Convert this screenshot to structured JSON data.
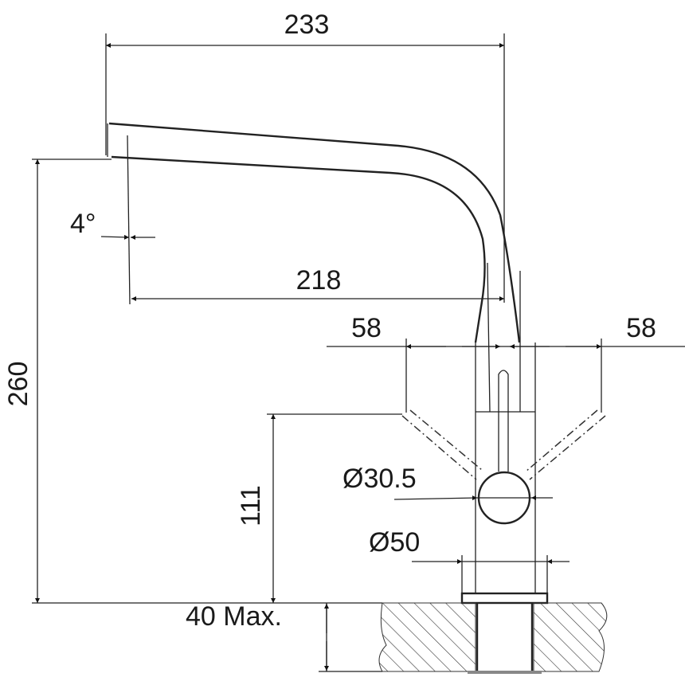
{
  "drawing": {
    "title": "Kitchen faucet dimension drawing",
    "dimensions": {
      "overall_reach": "233",
      "spout_reach": "218",
      "spout_angle": "4°",
      "lever_swing_left": "58",
      "lever_swing_right": "58",
      "total_height": "260",
      "lever_height": "111",
      "lever_diameter": "Ø30.5",
      "base_diameter": "Ø50",
      "counter_thickness": "40 Max."
    }
  }
}
